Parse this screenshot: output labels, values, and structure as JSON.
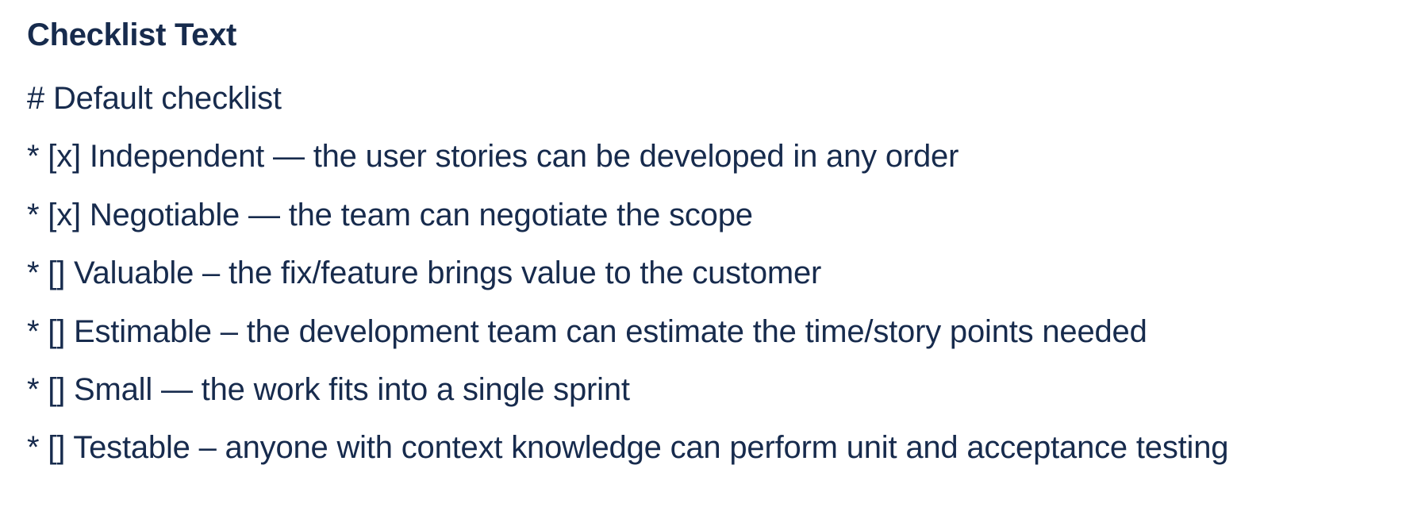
{
  "colors": {
    "text": "#172B4D",
    "background": "#FFFFFF"
  },
  "field": {
    "label": "Checklist Text",
    "lines": [
      "# Default checklist",
      "* [x] Independent — the user stories can be developed in any order",
      "* [x] Negotiable — the team can negotiate the scope",
      "* [] Valuable – the fix/feature brings value to the customer",
      "* [] Estimable – the development team can estimate the time/story points needed",
      "* [] Small — the work fits into a single sprint",
      "* [] Testable – anyone with context knowledge can perform unit and acceptance testing"
    ]
  }
}
